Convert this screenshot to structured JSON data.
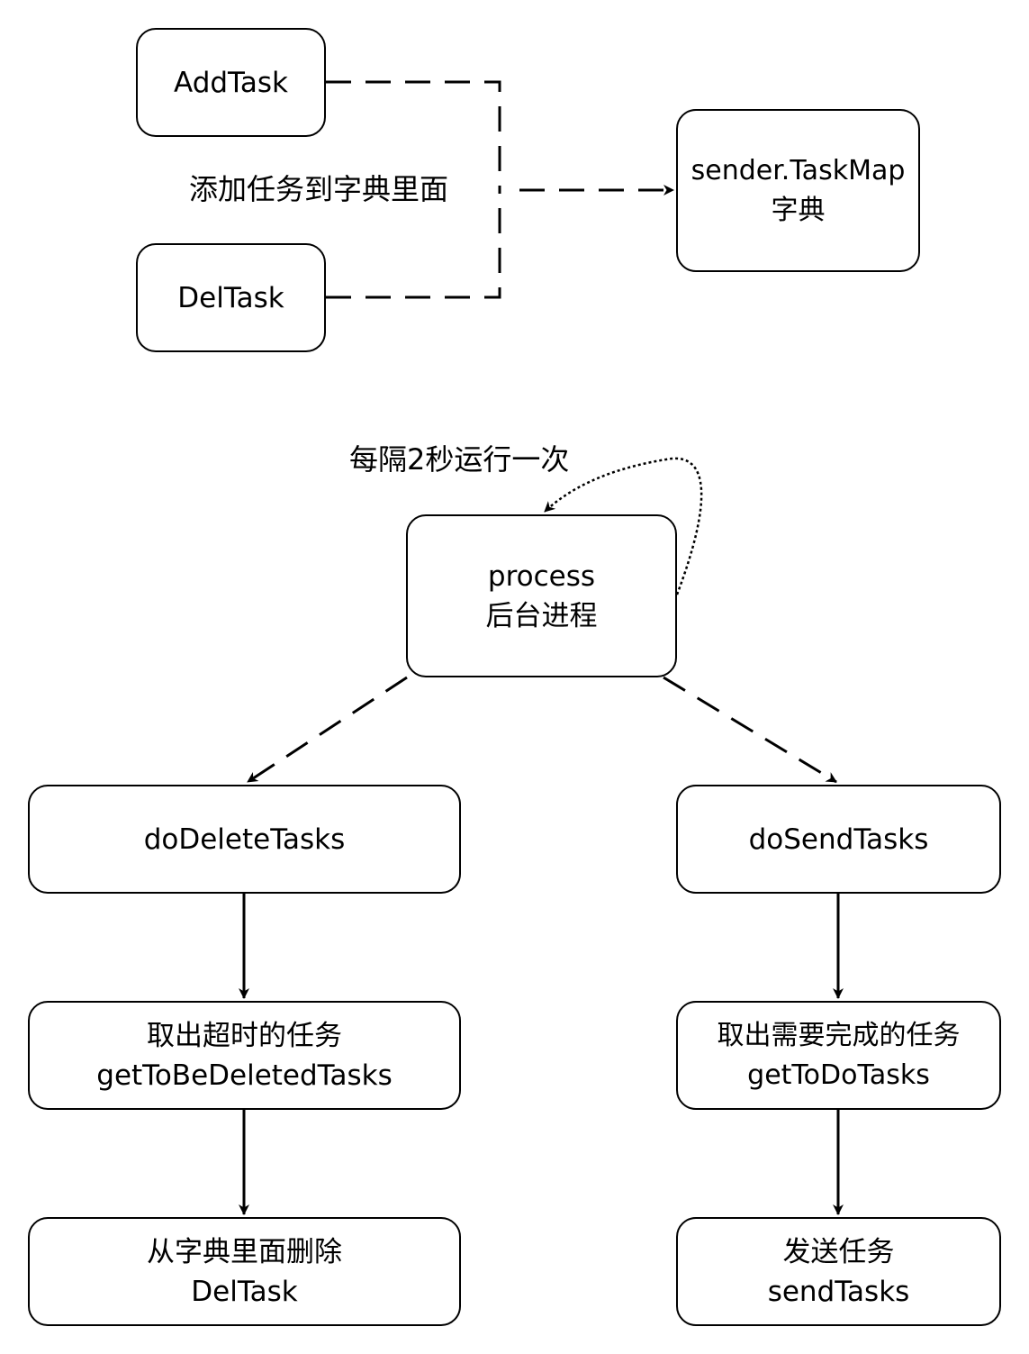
{
  "nodes": {
    "addtask": {
      "lines": [
        "AddTask"
      ]
    },
    "deltask": {
      "lines": [
        "DelTask"
      ]
    },
    "taskmap": {
      "lines": [
        "sender.TaskMap",
        "字典"
      ]
    },
    "process": {
      "lines": [
        "process",
        "后台进程"
      ]
    },
    "do_delete": {
      "lines": [
        "doDeleteTasks"
      ]
    },
    "do_send": {
      "lines": [
        "doSendTasks"
      ]
    },
    "get_deleted": {
      "lines": [
        "取出超时的任务",
        "getToBeDeletedTasks"
      ]
    },
    "get_todo": {
      "lines": [
        "取出需要完成的任务",
        "getToDoTasks"
      ]
    },
    "remove": {
      "lines": [
        "从字典里面删除",
        "DelTask"
      ]
    },
    "send": {
      "lines": [
        "发送任务",
        "sendTasks"
      ]
    }
  },
  "labels": {
    "add_to_dict": "添加任务到字典里面",
    "every_2s": "每隔2秒运行一次"
  }
}
